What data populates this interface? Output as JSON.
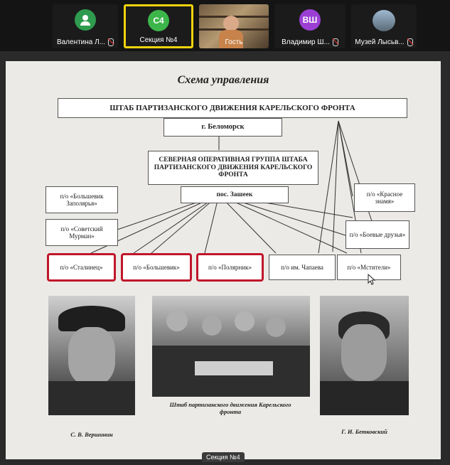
{
  "participants": [
    {
      "name": "Валентина Л...",
      "initials": "",
      "color": "#2e9b4e",
      "muted": true
    },
    {
      "name": "Секция №4",
      "initials": "С4",
      "color": "#3cb54a",
      "muted": false,
      "active": true
    },
    {
      "name": "Гость",
      "initials": "",
      "color": "#000000",
      "muted": false,
      "video": true
    },
    {
      "name": "Владимир Ш...",
      "initials": "ВШ",
      "color": "#9b3fd4",
      "muted": true
    },
    {
      "name": "Музей Лысьв...",
      "initials": "",
      "color": "#000000",
      "muted": true,
      "video": true
    }
  ],
  "slide": {
    "title": "Схема управления",
    "boxes": {
      "hq": "ШТАБ ПАРТИЗАНСКОГО ДВИЖЕНИЯ КАРЕЛЬСКОГО ФРОНТА",
      "belomorsk": "г. Беломорск",
      "group": "СЕВЕРНАЯ ОПЕРАТИВНАЯ ГРУППА ШТАБА ПАРТИЗАНСКОГО ДВИЖЕНИЯ КАРЕЛЬСКОГО ФРОНТА",
      "zashek": "пос. Зашеек",
      "bolshevik_zapolarya": "п/о «Большевик Заполярья»",
      "sovetsky_murman": "п/о «Советский Мурман»",
      "stalinets": "п/о «Сталинец»",
      "bolshevik": "п/о «Большевик»",
      "polyarnik": "п/о «Полярник»",
      "chapaev": "п/о им. Чапаева",
      "mstiteli": "п/о «Мстители»",
      "krasnoe_znamya": "п/о «Красное знамя»",
      "boevye_druzya": "п/о «Боевые друзья»"
    },
    "captions": {
      "left": "С. В. Вершинин",
      "center": "Штаб партизанского движения Карельского фронта",
      "right": "Г. И. Бетковский"
    }
  },
  "bottom_badge": "Секция №4"
}
